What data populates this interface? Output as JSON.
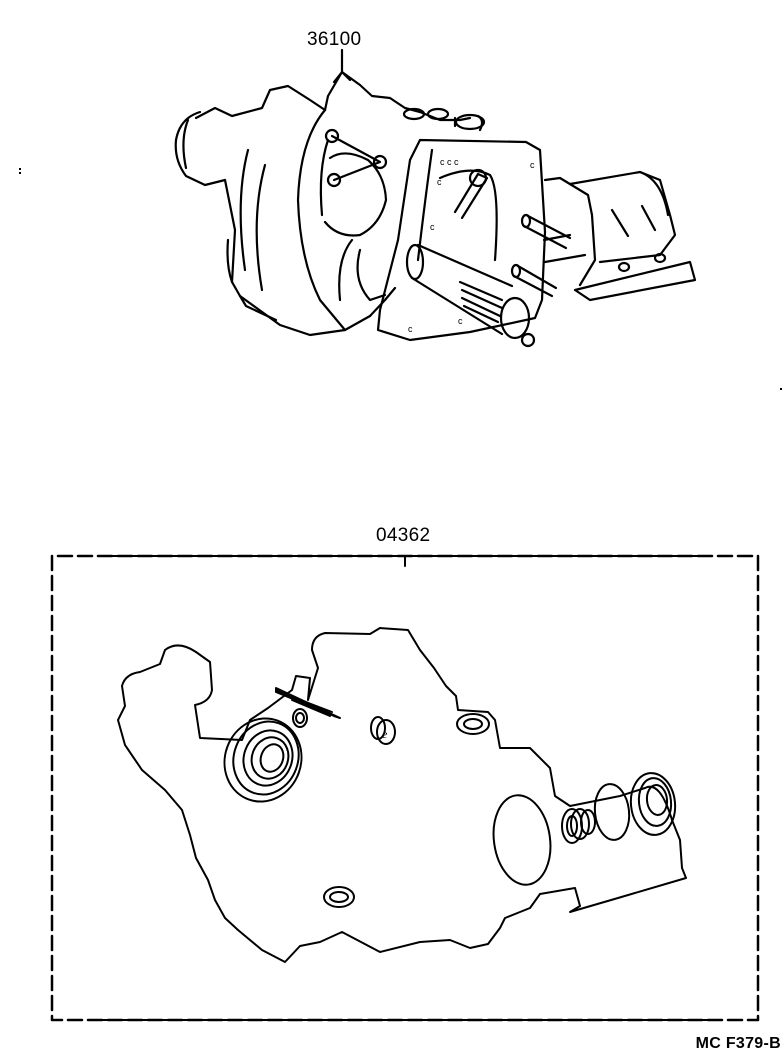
{
  "diagram": {
    "type": "parts-catalog-exploded-view",
    "background": "#ffffff",
    "line_color": "#000000",
    "parts": [
      {
        "part_number": "36100",
        "description_visual": "transfer / transaxle assembly with output shaft, mounting flange and side cover",
        "leader": "forked leader line pointing down into the assembly"
      },
      {
        "part_number": "04362",
        "description_visual": "gasket kit (overhaul kit) shown inside a dashed group box",
        "contents_visual": [
          "large irregular case gasket",
          "large oil seal (left)",
          "small O-ring near gasket top",
          "bushing/plug with 'e' mark",
          "small ring seal upper right",
          "small ring seal bottom",
          "thin wedge-shaped gasket strip",
          "large O-ring (right)",
          "threaded plug (right)",
          "medium O-ring (right)",
          "oil seal (far right)"
        ]
      }
    ],
    "labels": {
      "assembly": "36100",
      "kit": "04362",
      "figure_code": "MC F379-B"
    }
  }
}
